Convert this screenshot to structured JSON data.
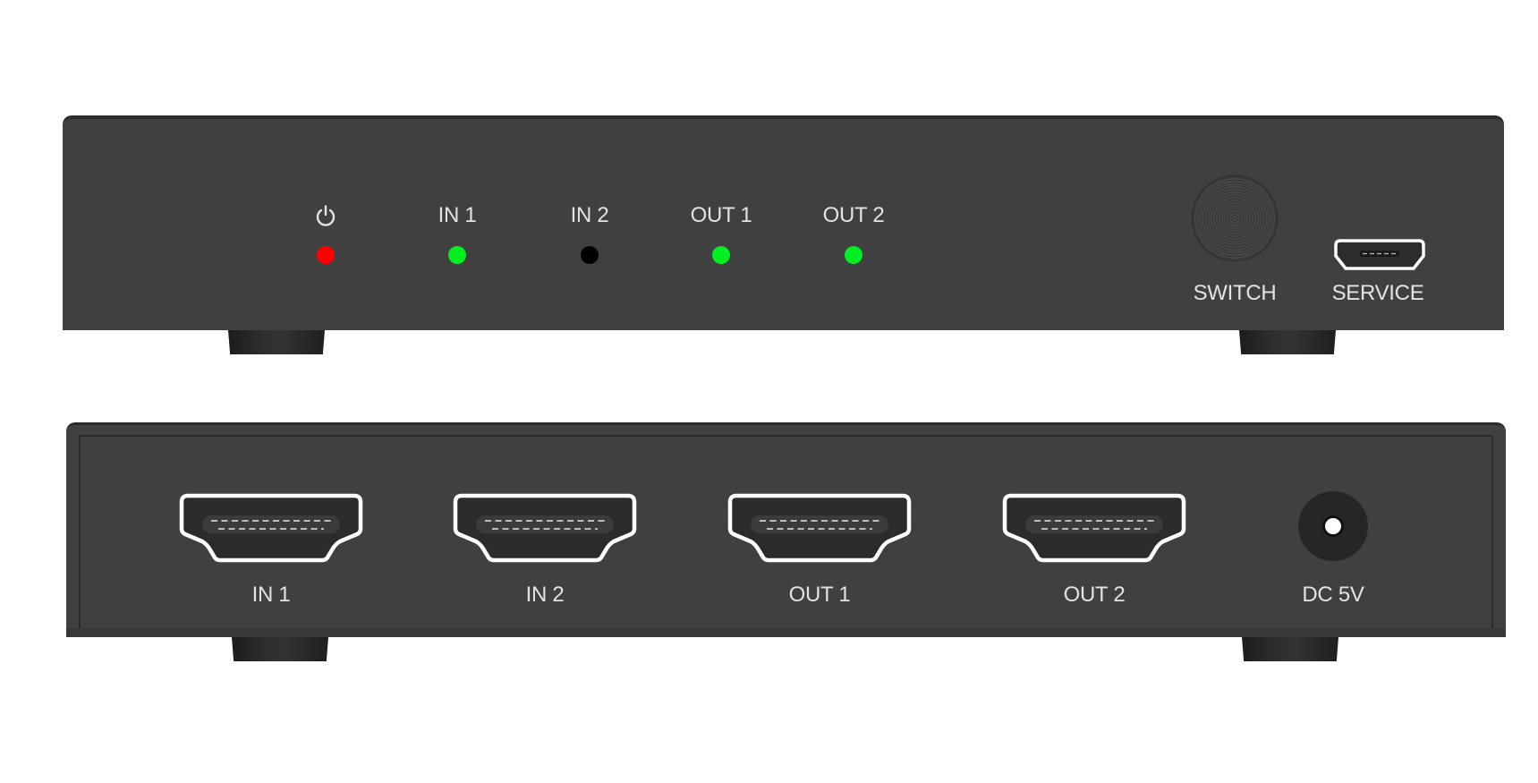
{
  "front_panel": {
    "indicators": [
      {
        "label": "⏻",
        "icon": "power-icon",
        "led_state": "on",
        "led_color": "#ff0000"
      },
      {
        "label": "IN 1",
        "led_state": "on",
        "led_color": "#00ee22"
      },
      {
        "label": "IN 2",
        "led_state": "off",
        "led_color": "#000000"
      },
      {
        "label": "OUT 1",
        "led_state": "on",
        "led_color": "#00ee22"
      },
      {
        "label": "OUT 2",
        "led_state": "on",
        "led_color": "#00ee22"
      }
    ],
    "switch_button": {
      "label": "SWITCH"
    },
    "service_port": {
      "label": "SERVICE",
      "type": "micro-usb"
    }
  },
  "rear_panel": {
    "ports": [
      {
        "label": "IN 1",
        "type": "hdmi"
      },
      {
        "label": "IN 2",
        "type": "hdmi"
      },
      {
        "label": "OUT 1",
        "type": "hdmi"
      },
      {
        "label": "OUT 2",
        "type": "hdmi"
      },
      {
        "label": "DC 5V",
        "type": "dc-power-jack"
      }
    ]
  },
  "colors": {
    "chassis": "#404040",
    "label_text": "#e3e3e3",
    "led_red": "#ff0000",
    "led_green": "#00ee22",
    "led_off": "#000000"
  }
}
